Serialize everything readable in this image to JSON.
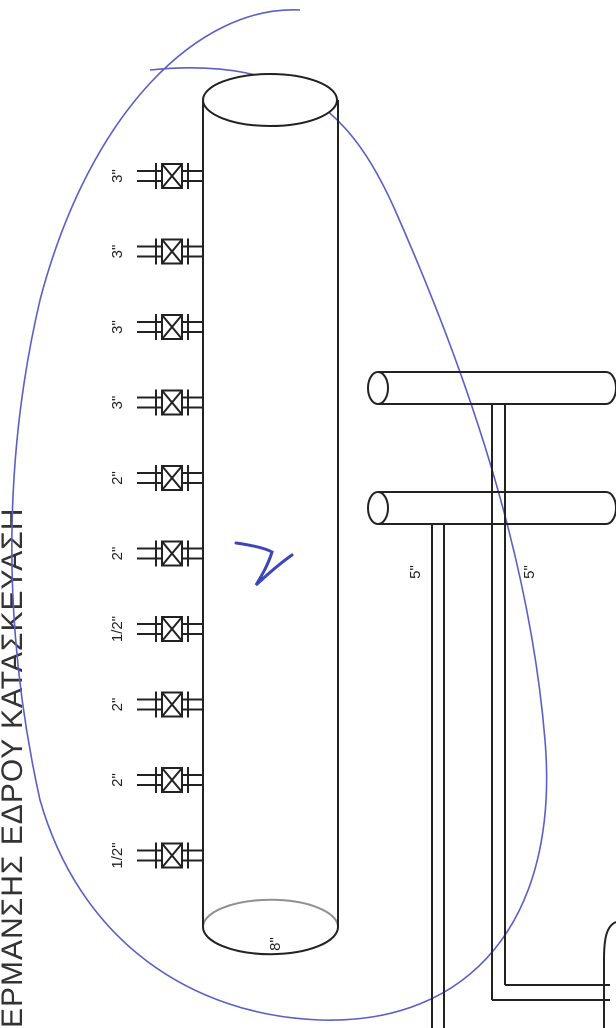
{
  "title": "ΕΡΜΑΝΣΗΣ ΕΔΡΟΥ ΚΑΤΑΣΚΕΥΑΣΗ",
  "header": {
    "size": "8\""
  },
  "valves": [
    {
      "size": "3\""
    },
    {
      "size": "3\""
    },
    {
      "size": "3\""
    },
    {
      "size": "3\""
    },
    {
      "size": "2\""
    },
    {
      "size": "2\""
    },
    {
      "size": "1/2\""
    },
    {
      "size": "2\""
    },
    {
      "size": "2\""
    },
    {
      "size": "1/2\""
    }
  ],
  "pipes": [
    {
      "size": "5\""
    },
    {
      "size": "5\""
    }
  ],
  "colors": {
    "ink": "#222222",
    "pen": "#5a5fc8"
  }
}
